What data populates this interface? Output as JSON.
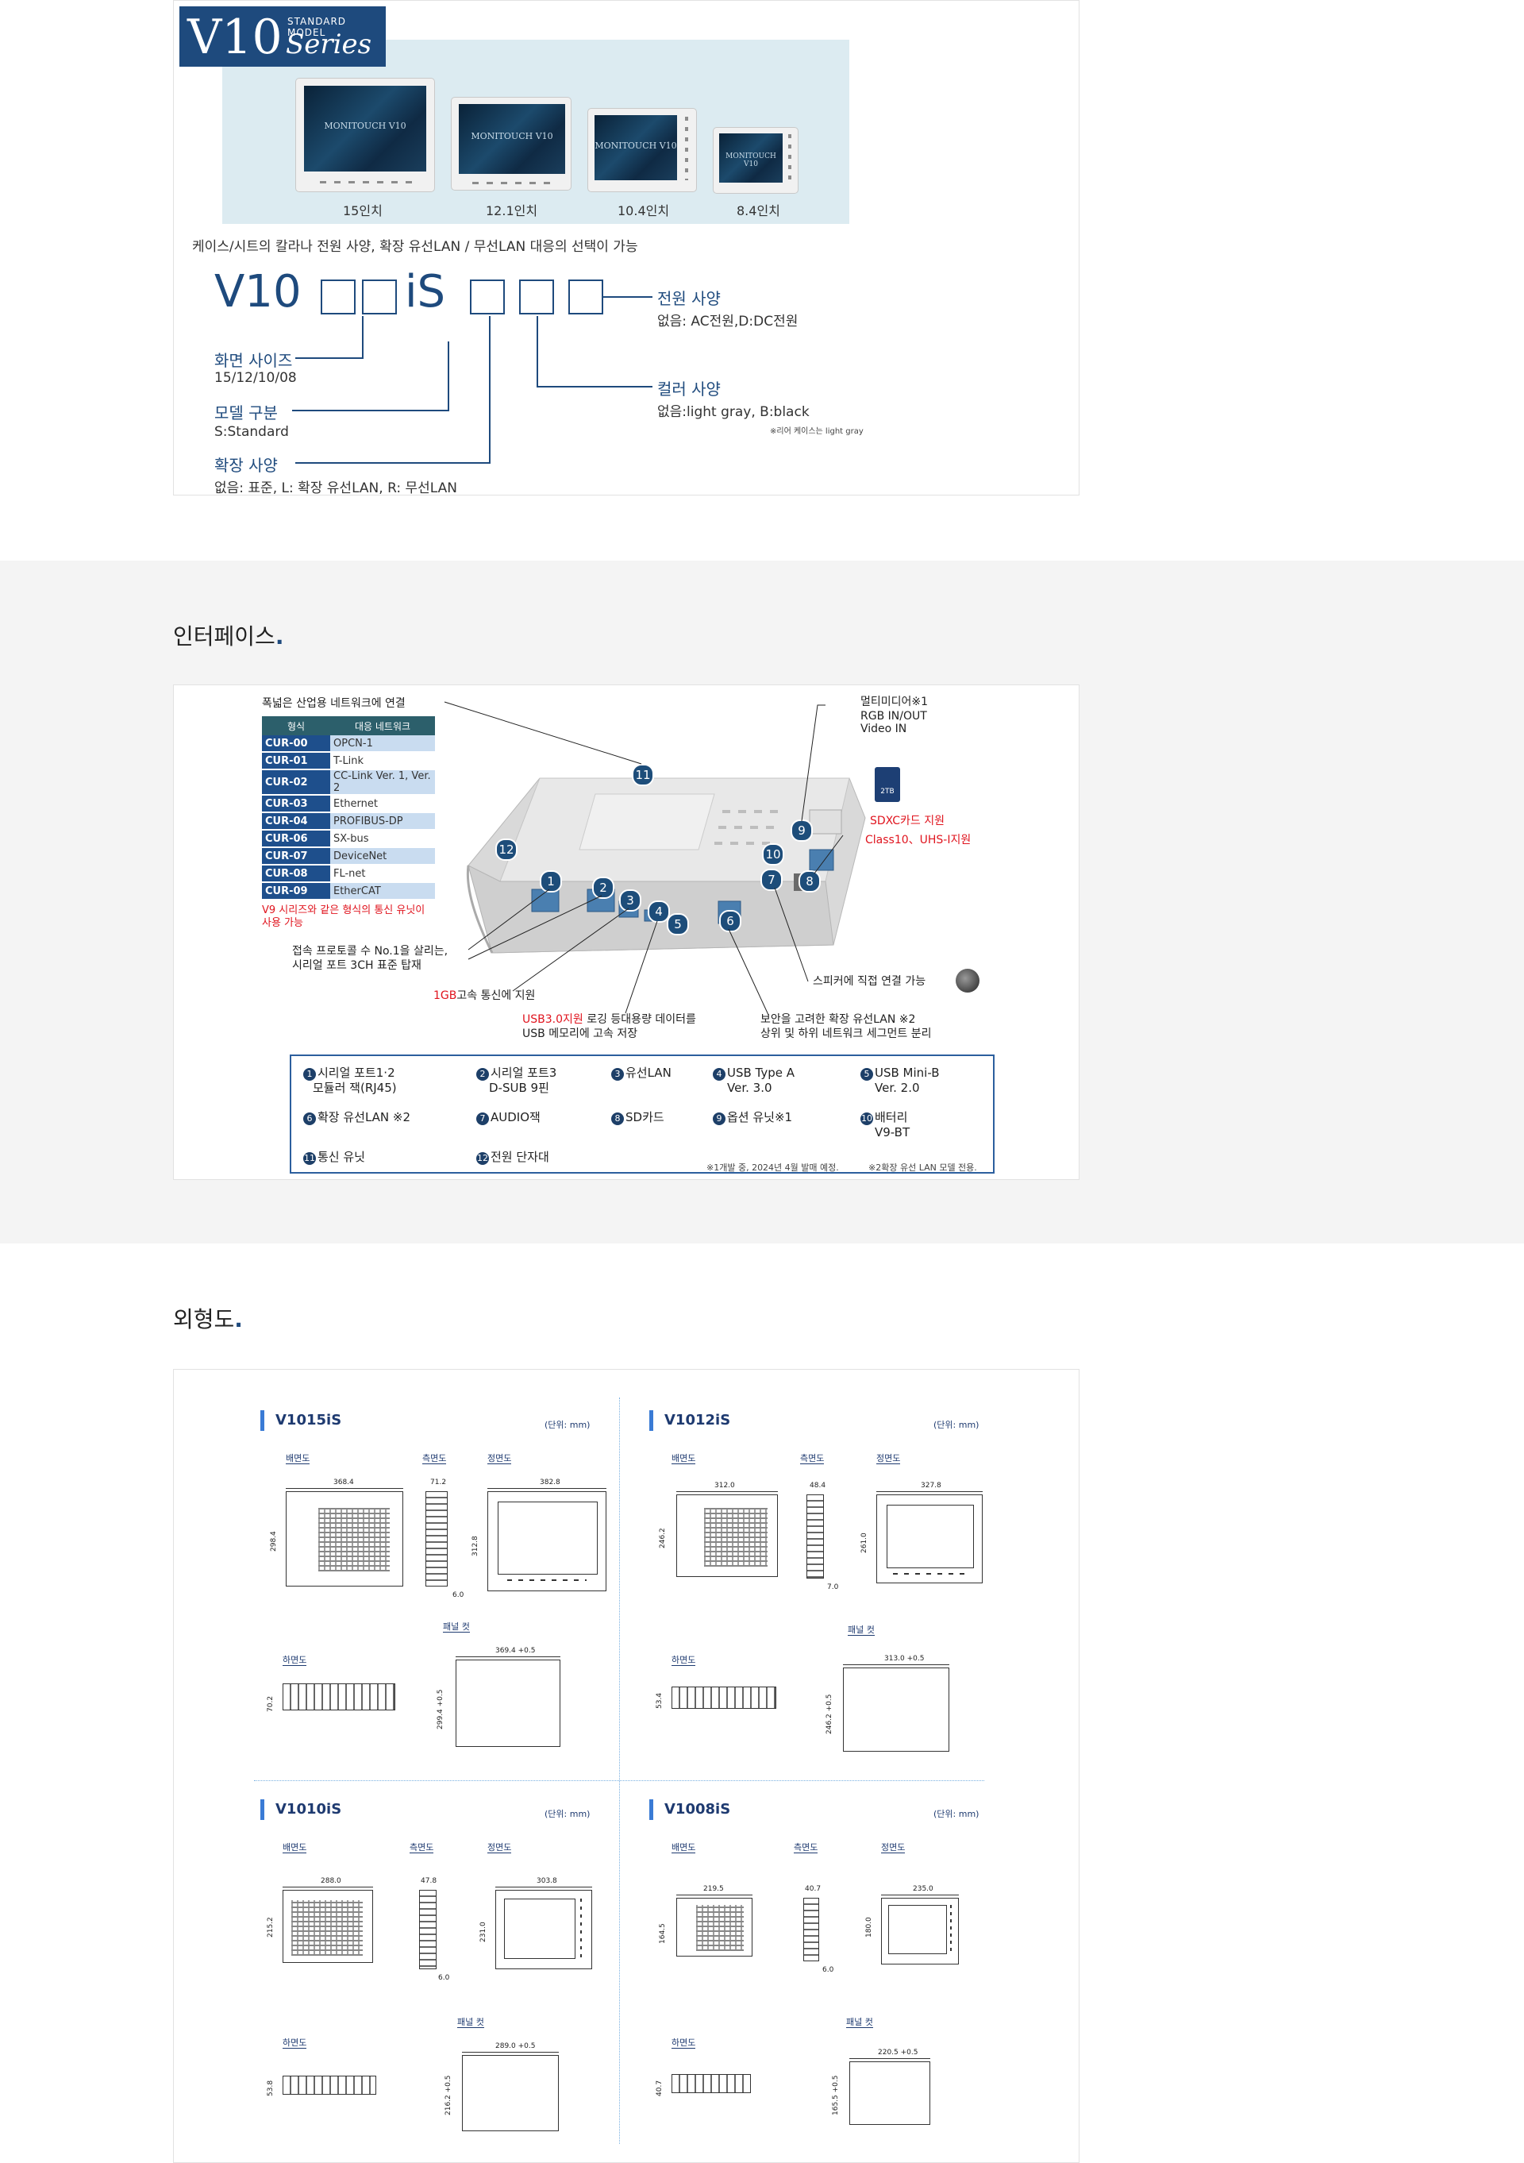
{
  "series_badge": {
    "v10": "V10",
    "standard": "STANDARD MODEL",
    "series": "Series"
  },
  "monitors": [
    {
      "screen": "MONITOUCH V10",
      "size": "15인치"
    },
    {
      "screen": "MONITOUCH V10",
      "size": "12.1인치"
    },
    {
      "screen": "MONITOUCH V10",
      "size": "10.4인치"
    },
    {
      "screen": "MONITOUCH V10",
      "size": "8.4인치"
    }
  ],
  "selection_text": "케이스/시트의 칼라나 전원 사양, 확장 유선LAN / 무선LAN 대응의 선택이 가능",
  "model_code": {
    "prefix": "V10",
    "mid": "iS"
  },
  "model_labels": {
    "size_title": "화면 사이즈",
    "size_value": "15/12/10/08",
    "model_title": "모델 구분",
    "model_value": "S:Standard",
    "ext_title": "확장 사양",
    "ext_value": "없음: 표준, L: 확장 유선LAN, R: 무선LAN",
    "power_title": "전원 사양",
    "power_value": "없음: AC전원,D:DC전원",
    "color_title": "컬러 사양",
    "color_value": "없음:light gray, B:black",
    "color_note": "※리어 케이스는 light gray"
  },
  "interface": {
    "title": "인터페이스",
    "dot": ".",
    "network_caption": "폭넓은 산업용 네트워크에 연결",
    "table_headers": [
      "형식",
      "대응 네트워크"
    ],
    "table_rows": [
      [
        "CUR-00",
        "OPCN-1"
      ],
      [
        "CUR-01",
        "T-Link"
      ],
      [
        "CUR-02",
        "CC-Link Ver. 1, Ver. 2"
      ],
      [
        "CUR-03",
        "Ethernet"
      ],
      [
        "CUR-04",
        "PROFIBUS-DP"
      ],
      [
        "CUR-06",
        "SX-bus"
      ],
      [
        "CUR-07",
        "DeviceNet"
      ],
      [
        "CUR-08",
        "FL-net"
      ],
      [
        "CUR-09",
        "EtherCAT"
      ]
    ],
    "v9_note_1": "V9 시리즈와 같은 형식의 통신 유닛이",
    "v9_note_2": "사용 가능",
    "multimedia_1": "멀티미디어※1",
    "multimedia_2": "RGB IN/OUT",
    "multimedia_3": "Video IN",
    "sd_label": "2TB",
    "sdxc_1": "SDXC카드 지원",
    "sdxc_2": "Class10、UHS-I지원",
    "protocol_1": "접속 프로토콜 수 No.1을 살리는,",
    "protocol_2": "시리얼 포트 3CH 표준 탑재",
    "gb_red": "1GB",
    "gb_rest": "고속 통신에 지원",
    "usb_red": "USB3.0지원",
    "usb_rest": " 로깅 등대용량 데이터를",
    "usb_2": "USB 메모리에 고속 저장",
    "speaker": "스피커에 직접 연결 가능",
    "sec_lan_1": "보안을 고려한 확장 유선LAN ※2",
    "sec_lan_2": "상위 및 하위 네트워크 세그먼트 분리",
    "numbers": [
      "1",
      "2",
      "3",
      "4",
      "5",
      "6",
      "7",
      "8",
      "9",
      "10",
      "11",
      "12"
    ],
    "legend": [
      {
        "n": "1",
        "t1": "시리얼 포트1·2",
        "t2": "모듈러 잭(RJ45)"
      },
      {
        "n": "2",
        "t1": "시리얼 포트3",
        "t2": "D-SUB 9핀"
      },
      {
        "n": "3",
        "t1": "유선LAN",
        "t2": ""
      },
      {
        "n": "4",
        "t1": "USB Type A",
        "t2": "Ver. 3.0"
      },
      {
        "n": "5",
        "t1": "USB Mini-B",
        "t2": "Ver. 2.0"
      },
      {
        "n": "6",
        "t1": "확장 유선LAN ※2",
        "t2": ""
      },
      {
        "n": "7",
        "t1": "AUDIO잭",
        "t2": ""
      },
      {
        "n": "8",
        "t1": "SD카드",
        "t2": ""
      },
      {
        "n": "9",
        "t1": "옵션 유닛※1",
        "t2": ""
      },
      {
        "n": "10",
        "t1": "배터리",
        "t2": "V9-BT"
      },
      {
        "n": "11",
        "t1": "통신 유닛",
        "t2": ""
      },
      {
        "n": "12",
        "t1": "전원 단자대",
        "t2": ""
      }
    ],
    "foot_1": "※1개발 중, 2024년 4월 발매 예정.",
    "foot_2": "※2확장 유선 LAN 모델 전용."
  },
  "outline": {
    "title": "외형도",
    "dot": ".",
    "unit": "(단위: mm)",
    "labels": {
      "rear": "배면도",
      "side": "측면도",
      "front": "정면도",
      "bottom": "하면도",
      "cut": "패널 컷"
    },
    "models": [
      {
        "name": "V1015iS",
        "rear_w": "368.4",
        "rear_h": "298.4",
        "side_w": "71.2",
        "side_b": "6.0",
        "front_w": "382.8",
        "front_h": "312.8",
        "bottom_h": "70.2",
        "cut_w": "369.4 +0.5",
        "cut_h": "299.4 +0.5"
      },
      {
        "name": "V1012iS",
        "rear_w": "312.0",
        "rear_h": "246.2",
        "side_w": "48.4",
        "side_b": "7.0",
        "front_w": "327.8",
        "front_h": "261.0",
        "bottom_h": "53.4",
        "cut_w": "313.0 +0.5",
        "cut_h": "246.2 +0.5"
      },
      {
        "name": "V1010iS",
        "rear_w": "288.0",
        "rear_h": "215.2",
        "side_w": "47.8",
        "side_b": "6.0",
        "front_w": "303.8",
        "front_h": "231.0",
        "bottom_h": "53.8",
        "cut_w": "289.0 +0.5",
        "cut_h": "216.2 +0.5"
      },
      {
        "name": "V1008iS",
        "rear_w": "219.5",
        "rear_h": "164.5",
        "side_w": "40.7",
        "side_b": "6.0",
        "front_w": "235.0",
        "front_h": "180.0",
        "bottom_h": "40.7",
        "cut_w": "220.5 +0.5",
        "cut_h": "165.5 +0.5"
      }
    ]
  }
}
